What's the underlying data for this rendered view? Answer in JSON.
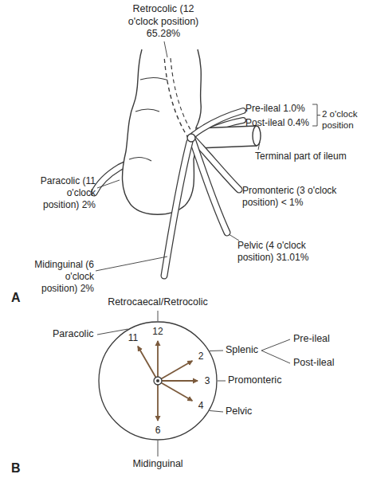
{
  "diagram": {
    "nodes": [
      {
        "text": [
          "12",
          "11",
          "2",
          "3",
          "4",
          "6"
        ]
      }
    ],
    "labels": [
      "Retrocolic (12 o'clock position) 65.28%",
      "Pre-ileal 1.0%",
      "Post-ileal 0.4%",
      "2 o'clock position",
      "Terminal part of ileum",
      "Paracolic (11 o'clock position) 2%",
      "Promonteric (3 o'clock position) < 1%",
      "Pelvic (4 o'clock position) 31.01%",
      "Midinguinal (6 o'clock position) 2%",
      "A",
      "Retrocaecal/Retrocolic",
      "Paracolic",
      "Splenic",
      "Pre-ileal",
      "Post-ileal",
      "Promonteric",
      "Pelvic",
      "Midinguinal",
      "B"
    ]
  }
}
